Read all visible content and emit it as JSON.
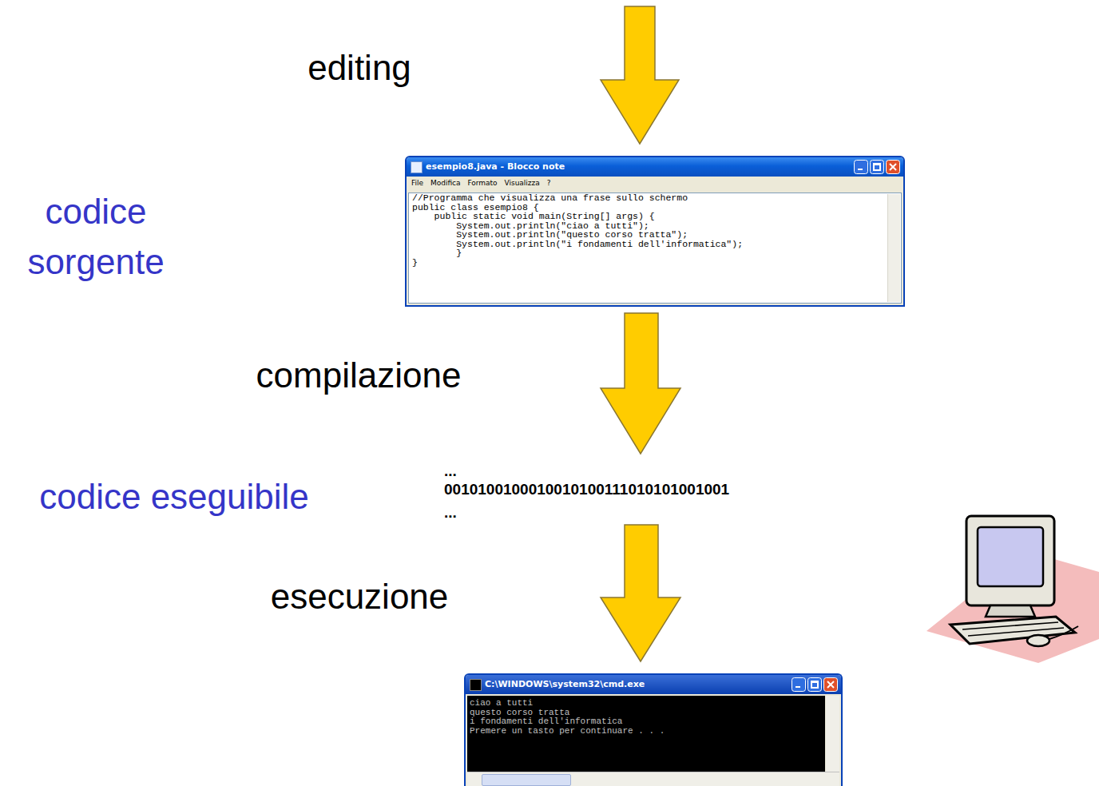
{
  "diagram": {
    "nodes": [
      {
        "text": [
          "esempio8.java - Blocco note",
          "File Modifica Formato Visualizza ?",
          "//Programma che visualizza una frase sullo schermo",
          "public class esempio8 {",
          "    public static void main(String[] args) {",
          "        System.out.println(\"ciao a tutti\");",
          "        System.out.println(\"questo corso tratta\");",
          "        System.out.println(\"i fondamenti dell'informatica\");",
          "        }",
          "}"
        ]
      },
      {
        "text": [
          "C:\\WINDOWS\\system32\\cmd.exe",
          "ciao a tutti",
          "questo corso tratta",
          "i fondamenti dell'informatica",
          "Premere un tasto per continuare . . ."
        ]
      }
    ],
    "labels": [
      "editing",
      "codice sorgente",
      "compilazione",
      "codice eseguibile",
      "...",
      "0010100100010010100111010101001001",
      "...",
      "esecuzione"
    ]
  }
}
